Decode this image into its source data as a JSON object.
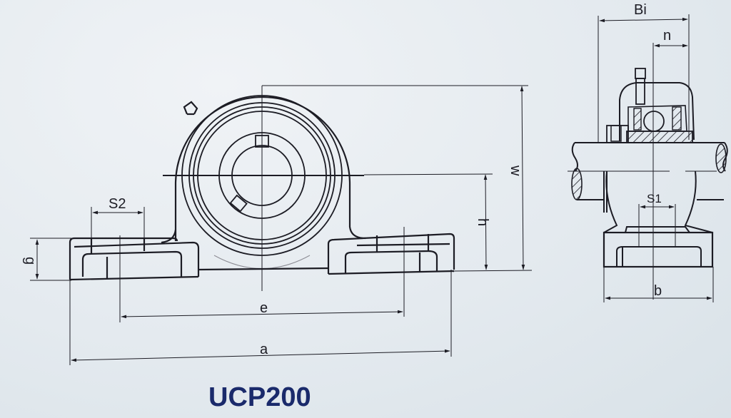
{
  "diagram": {
    "title": "UCP200",
    "type": "pillow block bearing technical drawing",
    "views": {
      "front": {
        "dimension_labels": {
          "g": "g",
          "s2": "S2",
          "e": "e",
          "a": "a",
          "h": "h",
          "w": "w"
        }
      },
      "side": {
        "dimension_labels": {
          "bi": "Bi",
          "n": "n",
          "s1": "S1",
          "b": "b"
        }
      }
    },
    "colors": {
      "background": "#e6ecf1",
      "line": "#1c1c24",
      "title": "#1a2a6b"
    }
  }
}
